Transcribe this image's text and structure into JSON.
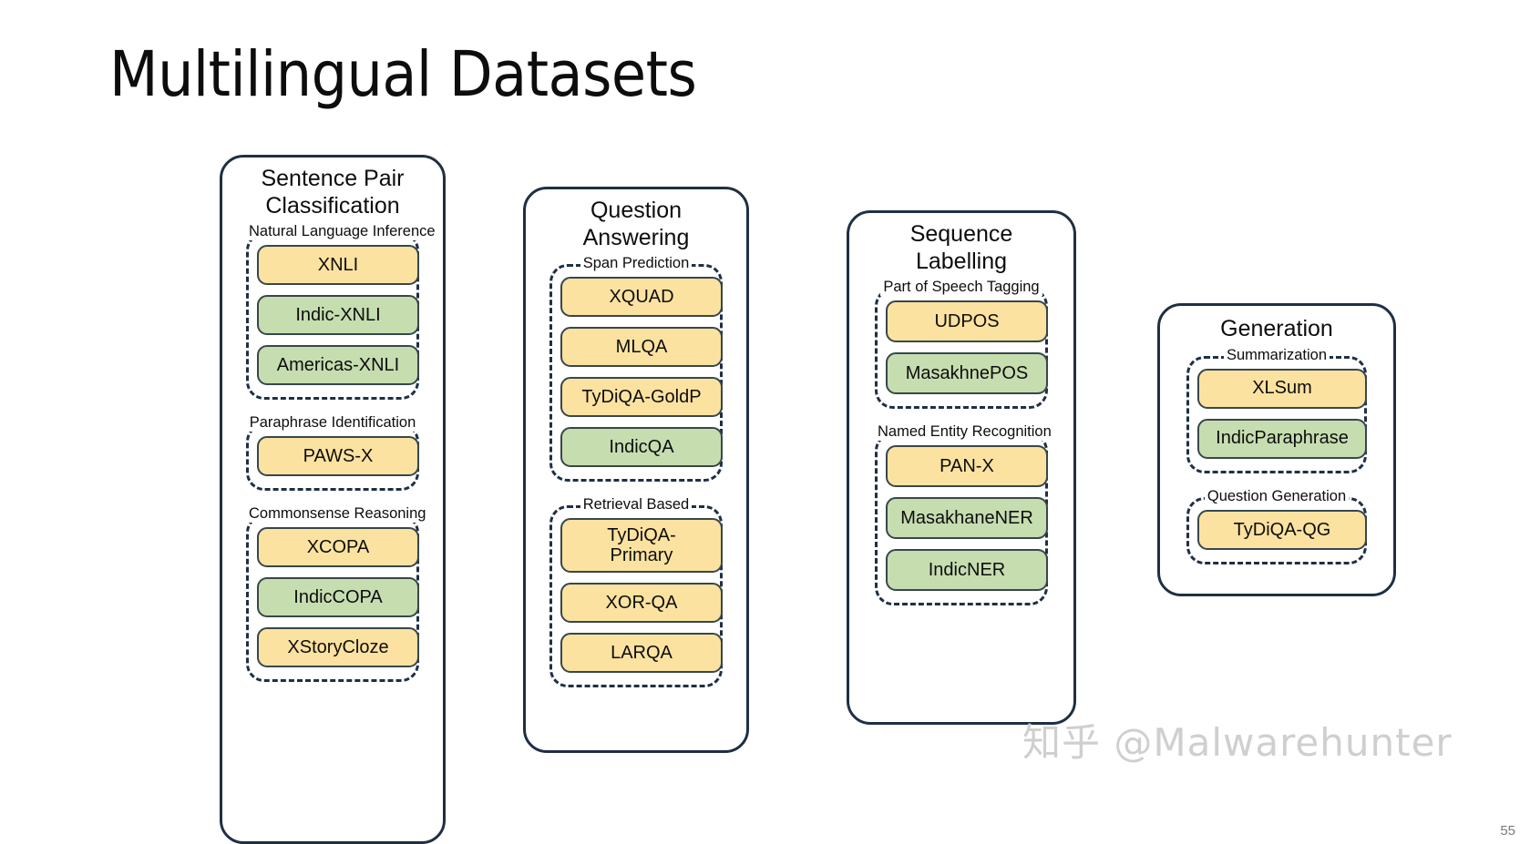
{
  "slide": {
    "title": "Multilingual Datasets",
    "page_number": "55",
    "watermark": "知乎 @Malwarehunter",
    "colors": {
      "background": "#ffffff",
      "container_border": "#1f2f45",
      "pill_border": "#37474a",
      "pill_yellow": "#fbe2a0",
      "pill_green": "#c6ddb0",
      "watermark": "#cfcfcf"
    }
  },
  "categories": [
    {
      "title": "Sentence Pair\nClassification",
      "title_lines": [
        "Sentence Pair",
        "Classification"
      ],
      "groups": [
        {
          "label": "Natural Language Inference",
          "datasets": [
            {
              "name": "XNLI",
              "color": "yellow"
            },
            {
              "name": "Indic-XNLI",
              "color": "green"
            },
            {
              "name": "Americas-XNLI",
              "color": "green"
            }
          ]
        },
        {
          "label": "Paraphrase Identification",
          "datasets": [
            {
              "name": "PAWS-X",
              "color": "yellow"
            }
          ]
        },
        {
          "label": "Commonsense Reasoning",
          "datasets": [
            {
              "name": "XCOPA",
              "color": "yellow"
            },
            {
              "name": "IndicCOPA",
              "color": "green"
            },
            {
              "name": "XStoryCloze",
              "color": "yellow"
            }
          ]
        }
      ]
    },
    {
      "title": "Question\nAnswering",
      "title_lines": [
        "Question",
        "Answering"
      ],
      "groups": [
        {
          "label": "Span Prediction",
          "datasets": [
            {
              "name": "XQUAD",
              "color": "yellow"
            },
            {
              "name": "MLQA",
              "color": "yellow"
            },
            {
              "name": "TyDiQA-GoldP",
              "color": "yellow"
            },
            {
              "name": "IndicQA",
              "color": "green"
            }
          ]
        },
        {
          "label": "Retrieval Based",
          "datasets": [
            {
              "name": "TyDiQA-\nPrimary",
              "color": "yellow"
            },
            {
              "name": "XOR-QA",
              "color": "yellow"
            },
            {
              "name": "LARQA",
              "color": "yellow"
            }
          ]
        }
      ]
    },
    {
      "title": "Sequence\nLabelling",
      "title_lines": [
        "Sequence",
        "Labelling"
      ],
      "groups": [
        {
          "label": "Part of Speech Tagging",
          "datasets": [
            {
              "name": "UDPOS",
              "color": "yellow"
            },
            {
              "name": "MasakhnePOS",
              "color": "green"
            }
          ]
        },
        {
          "label": "Named Entity Recognition",
          "datasets": [
            {
              "name": "PAN-X",
              "color": "yellow"
            },
            {
              "name": "MasakhaneNER",
              "color": "green"
            },
            {
              "name": "IndicNER",
              "color": "green"
            }
          ]
        }
      ]
    },
    {
      "title": "Generation",
      "title_lines": [
        "Generation"
      ],
      "groups": [
        {
          "label": "Summarization",
          "datasets": [
            {
              "name": "XLSum",
              "color": "yellow"
            },
            {
              "name": "IndicParaphrase",
              "color": "green"
            }
          ]
        },
        {
          "label": "Question Generation",
          "datasets": [
            {
              "name": "TyDiQA-QG",
              "color": "yellow"
            }
          ]
        }
      ]
    }
  ]
}
